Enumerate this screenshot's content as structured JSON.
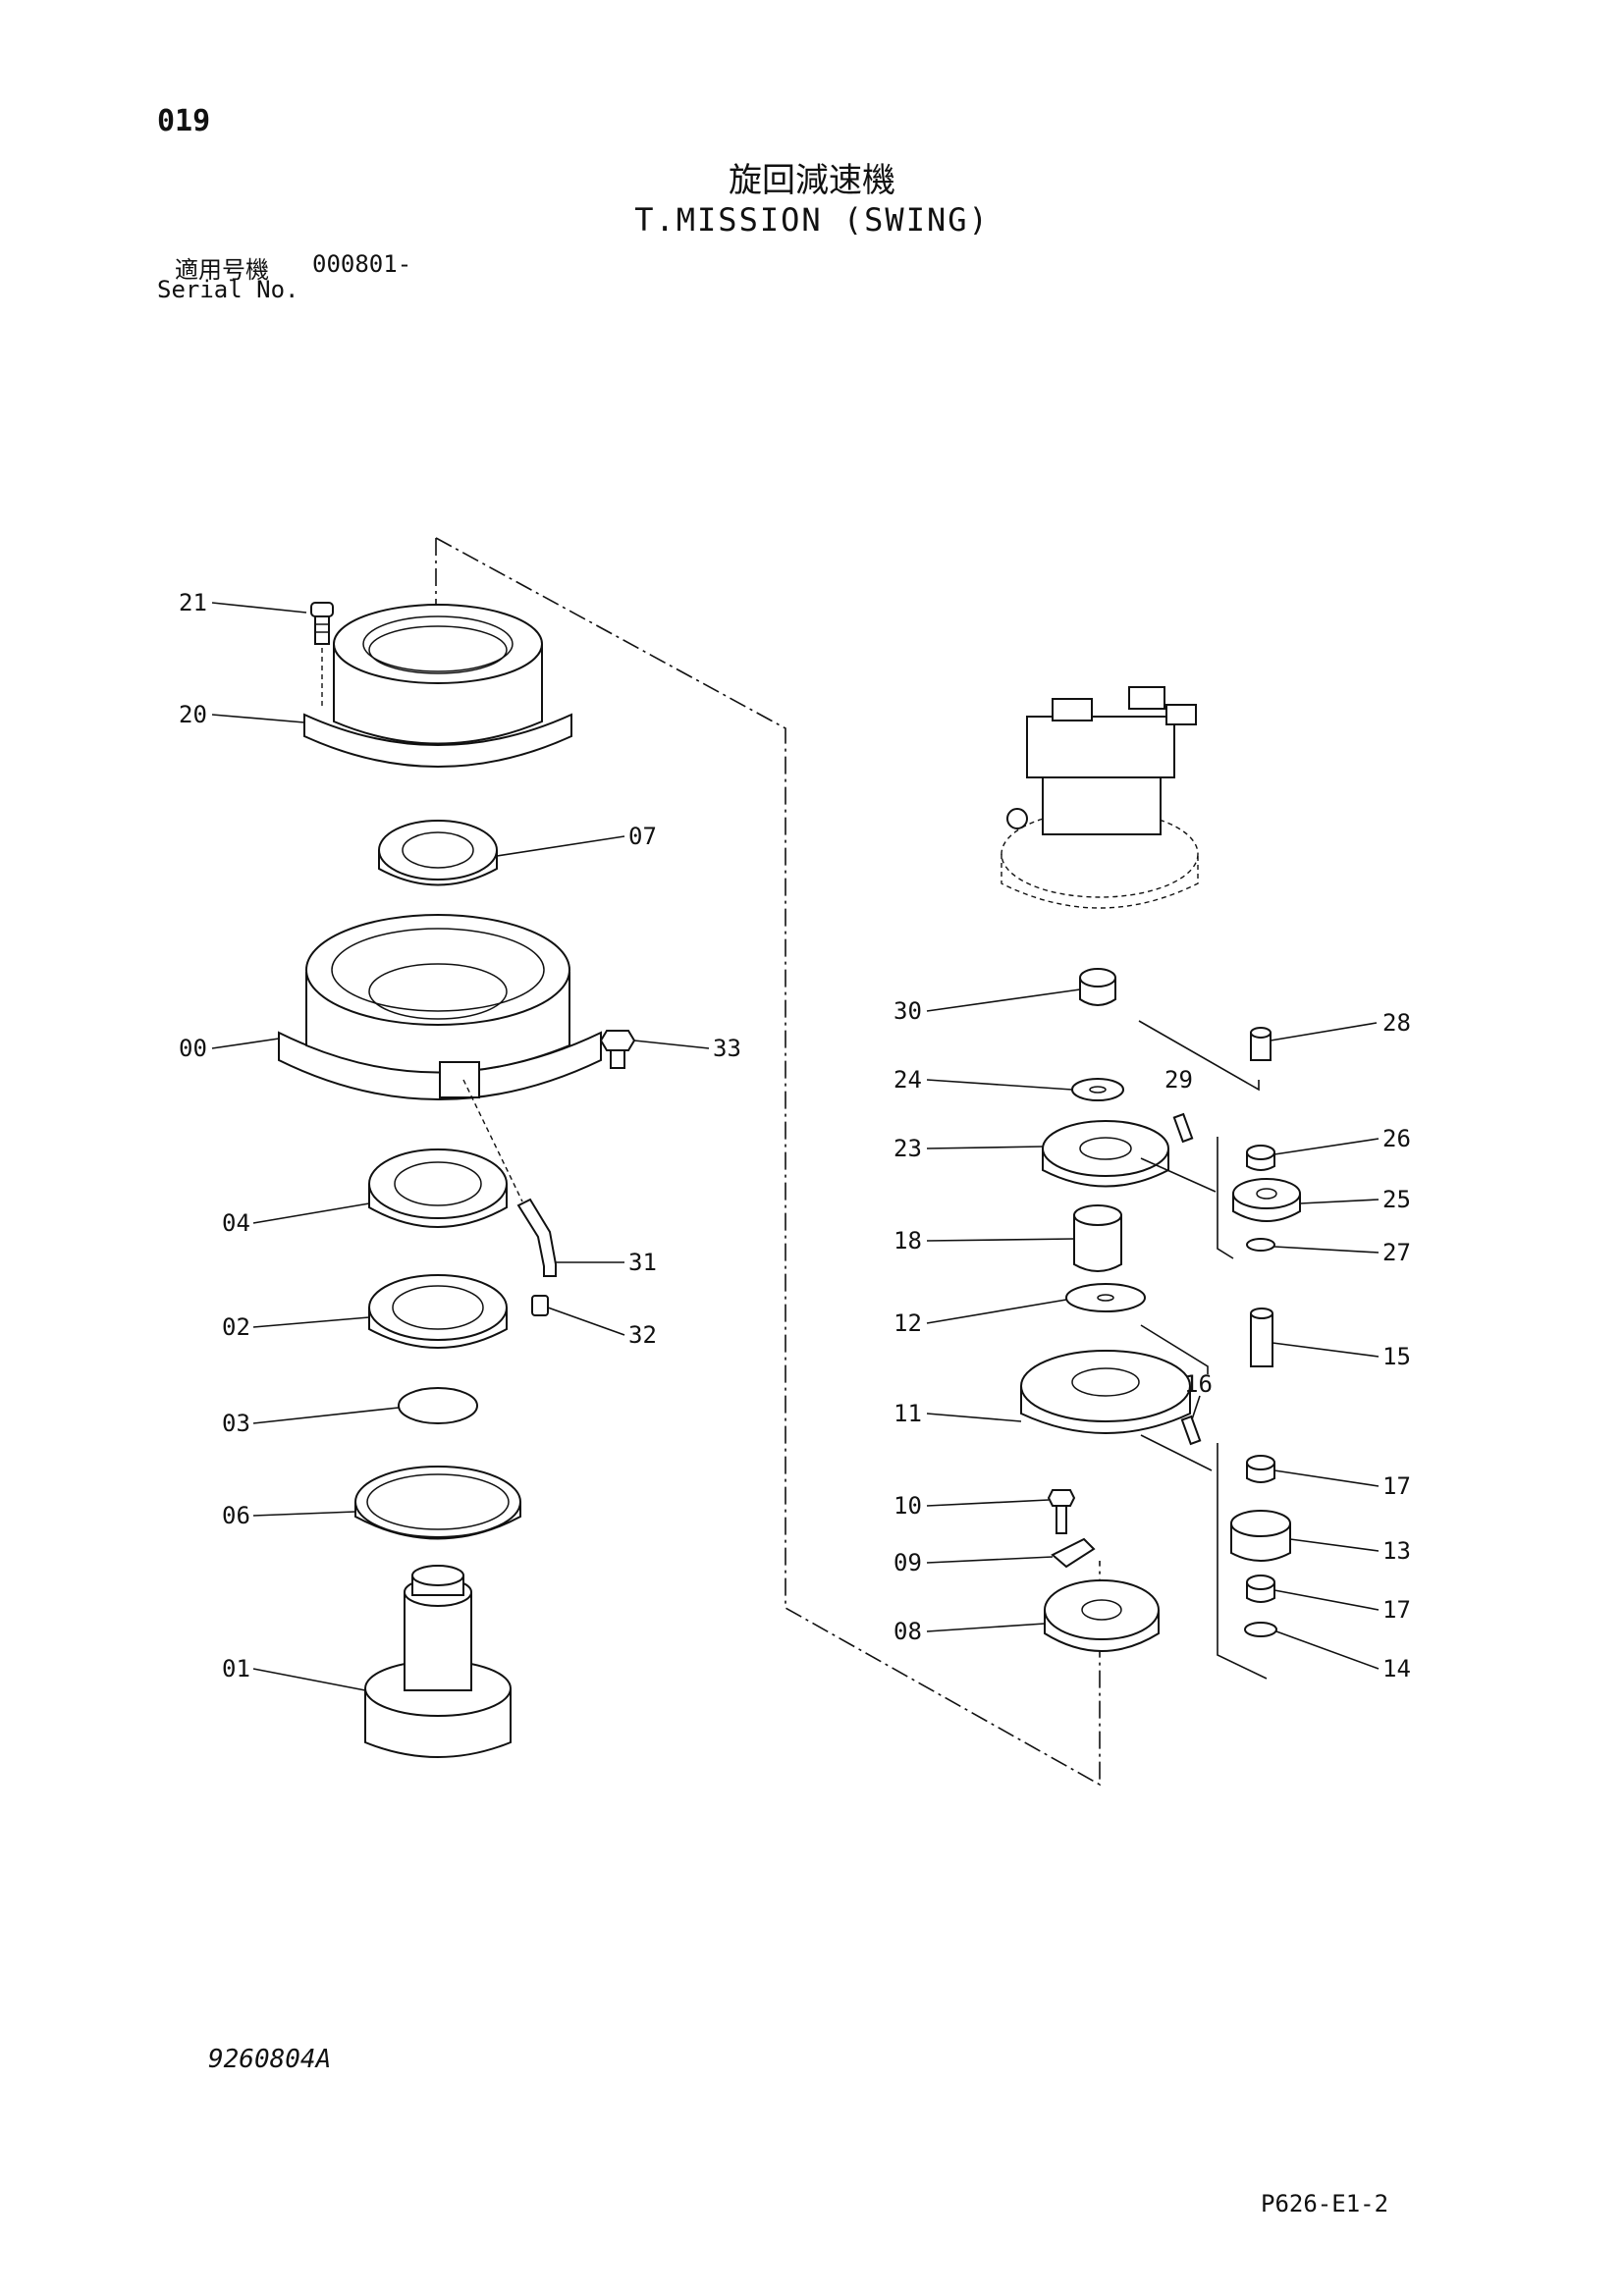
{
  "page": {
    "number": "019",
    "title_ja": "旋回減速機",
    "title_en": "T.MISSION (SWING)",
    "serial_label_ja": "適用号機",
    "serial_value": "000801-",
    "serial_label_en": "Serial No.",
    "drawing_number": "9260804A",
    "page_code": "P626-E1-2"
  },
  "callouts": [
    {
      "id": "21"
    },
    {
      "id": "20"
    },
    {
      "id": "07"
    },
    {
      "id": "00"
    },
    {
      "id": "33"
    },
    {
      "id": "04"
    },
    {
      "id": "31"
    },
    {
      "id": "02"
    },
    {
      "id": "32"
    },
    {
      "id": "03"
    },
    {
      "id": "06"
    },
    {
      "id": "01"
    },
    {
      "id": "30"
    },
    {
      "id": "28"
    },
    {
      "id": "24"
    },
    {
      "id": "29"
    },
    {
      "id": "23"
    },
    {
      "id": "26"
    },
    {
      "id": "25"
    },
    {
      "id": "18"
    },
    {
      "id": "27"
    },
    {
      "id": "12"
    },
    {
      "id": "15"
    },
    {
      "id": "16"
    },
    {
      "id": "11"
    },
    {
      "id": "17"
    },
    {
      "id": "10"
    },
    {
      "id": "13"
    },
    {
      "id": "09"
    },
    {
      "id": "17"
    },
    {
      "id": "08"
    },
    {
      "id": "14"
    }
  ]
}
